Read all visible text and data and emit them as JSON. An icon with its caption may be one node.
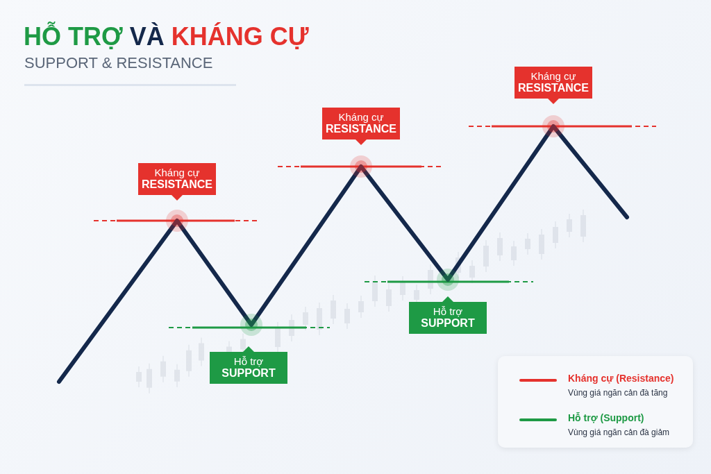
{
  "diagram": {
    "title": "HỖ TRỢ VÀ KHÁNG CỰ",
    "nodes": [
      {
        "text": [
          "Kháng cự",
          "RESISTANCE"
        ]
      },
      {
        "text": [
          "Kháng cự",
          "RESISTANCE"
        ]
      },
      {
        "text": [
          "Kháng cự",
          "RESISTANCE"
        ]
      },
      {
        "text": [
          "Hỗ trợ",
          "SUPPORT"
        ]
      },
      {
        "text": [
          "Hỗ trợ",
          "SUPPORT"
        ]
      }
    ],
    "edges": [],
    "labels": [
      "SUPPORT & RESISTANCE",
      "Vùng giá ngăn cản đà tăng",
      "Vùng giá ngăn cản đà giảm"
    ],
    "legend": [
      {
        "text": "Kháng cự (Resistance)",
        "color": "#e5322d"
      },
      {
        "text": "Hỗ trợ (Support)",
        "color": "#1e9a45"
      }
    ]
  }
}
